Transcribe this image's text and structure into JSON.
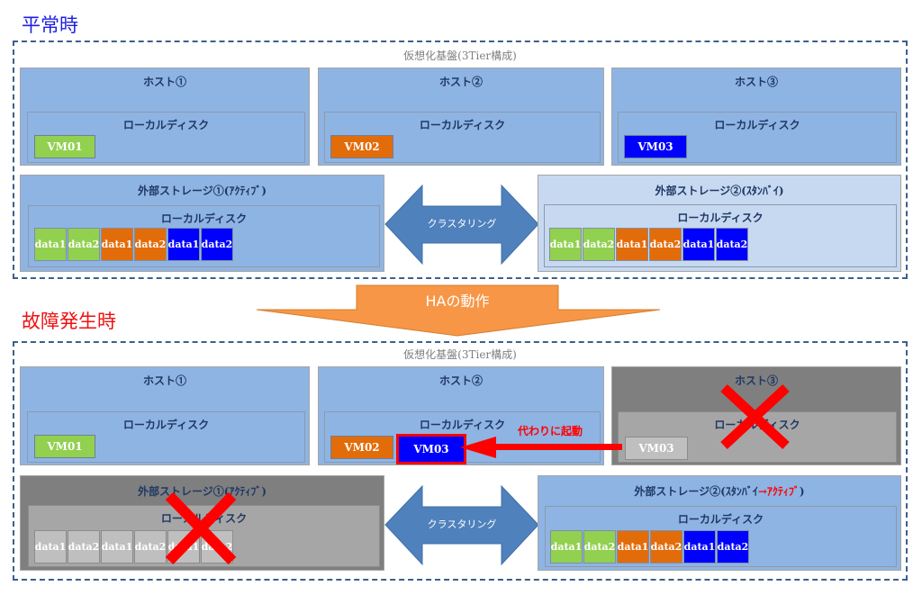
{
  "normal": {
    "title": "平常時",
    "frame_label": "仮想化基盤(3Tier構成)",
    "hosts": [
      {
        "label": "ホスト①",
        "disk_label": "ローカルディスク",
        "vms": [
          {
            "name": "VM01",
            "color": "green"
          }
        ]
      },
      {
        "label": "ホスト②",
        "disk_label": "ローカルディスク",
        "vms": [
          {
            "name": "VM02",
            "color": "orange"
          }
        ]
      },
      {
        "label": "ホスト③",
        "disk_label": "ローカルディスク",
        "vms": [
          {
            "name": "VM03",
            "color": "blue"
          }
        ]
      }
    ],
    "storage1": {
      "label": "外部ストレージ①(ｱｸﾃｨﾌﾞ)",
      "disk_label": "ローカルディスク",
      "data": [
        "data1",
        "data2",
        "data1",
        "data2",
        "data1",
        "data2"
      ]
    },
    "storage2": {
      "label": "外部ストレージ②(ｽﾀﾝﾊﾞｲ)",
      "disk_label": "ローカルディスク",
      "data": [
        "data1",
        "data2",
        "data1",
        "data2",
        "data1",
        "data2"
      ]
    },
    "cluster_label": "クラスタリング"
  },
  "ha_arrow_label": "HAの動作",
  "failure": {
    "title": "故障発生時",
    "frame_label": "仮想化基盤(3Tier構成)",
    "hosts": [
      {
        "label": "ホスト①",
        "disk_label": "ローカルディスク",
        "vms": [
          {
            "name": "VM01",
            "color": "green"
          }
        ]
      },
      {
        "label": "ホスト②",
        "disk_label": "ローカルディスク",
        "vms": [
          {
            "name": "VM02",
            "color": "orange"
          },
          {
            "name": "VM03",
            "color": "blue"
          }
        ]
      },
      {
        "label": "ホスト③",
        "disk_label": "ローカルディスク",
        "vms": [
          {
            "name": "VM03",
            "color": "gray"
          }
        ],
        "failed": true
      }
    ],
    "failover_label": "代わりに起動",
    "storage1": {
      "label": "外部ストレージ①(ｱｸﾃｨﾌﾞ)",
      "disk_label": "ローカルディスク",
      "data": [
        "data1",
        "data2",
        "data1",
        "data2",
        "data1",
        "data2"
      ],
      "failed": true
    },
    "storage2": {
      "label_prefix": "外部ストレージ②(ｽﾀﾝﾊﾞｲ",
      "label_change": "→ｱｸﾃｨﾌﾞ",
      "label_suffix": ")",
      "disk_label": "ローカルディスク",
      "data": [
        "data1",
        "data2",
        "data1",
        "data2",
        "data1",
        "data2"
      ]
    },
    "cluster_label": "クラスタリング"
  },
  "colors": {
    "vm_green": "#92d050",
    "vm_orange": "#e36c0a",
    "vm_blue": "#0000ff",
    "host_bg": "#8eb4e3",
    "standby_bg": "#c6d9f1",
    "failed_bg": "#7f7f7f",
    "arrow_blue": "#4f81bd",
    "ha_orange": "#f79646",
    "alert_red": "#ff0000"
  }
}
